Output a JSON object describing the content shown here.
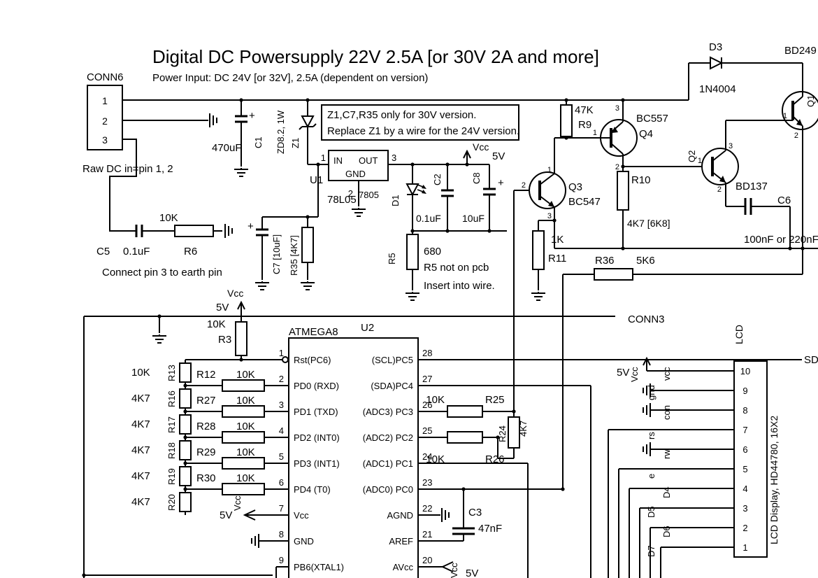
{
  "title": "Digital DC Powersupply 22V 2.5A [or 30V 2A and more]",
  "subtitle": "Power Input: DC 24V [or 32V], 2.5A (dependent on version)",
  "notes": {
    "version_line1": "Z1,C7,R35 only for 30V version.",
    "version_line2": "Replace Z1 by a wire for the 24V version.",
    "raw_dc": "Raw DC in=pin 1, 2",
    "earth_pin": "Connect pin 3 to earth pin",
    "r5_line1": "R5 not on pcb",
    "r5_line2": "Insert into wire."
  },
  "common": {
    "vcc": "Vcc",
    "v5": "5V",
    "plus": "+"
  },
  "conn6": {
    "label": "CONN6",
    "pins": [
      "1",
      "2",
      "3"
    ]
  },
  "components": {
    "c1": {
      "ref": "C1",
      "value": "470uF"
    },
    "z1": {
      "ref": "Z1",
      "value": "ZD8.2, 1W"
    },
    "u1": {
      "ref": "U1",
      "name": "78L05",
      "name2": "7805",
      "in": "IN",
      "out": "OUT",
      "gnd": "GND",
      "pin_in": "1",
      "pin_out": "3",
      "pin_gnd": "2"
    },
    "c5": {
      "ref": "C5",
      "value": "0.1uF"
    },
    "r6": {
      "ref": "R6",
      "value": "10K"
    },
    "c7": {
      "ref": "C7 [10uF]"
    },
    "r35": {
      "ref": "R35 [4K7]"
    },
    "d1": {
      "ref": "D1"
    },
    "c2": {
      "ref": "C2",
      "value": "0.1uF"
    },
    "c8": {
      "ref": "C8",
      "value": "10uF"
    },
    "r5": {
      "ref": "R5",
      "value": "680"
    },
    "r9": {
      "ref": "R9",
      "value": "47K"
    },
    "q4": {
      "ref": "Q4",
      "name": "BC557",
      "pin_top": "3",
      "pin_base": "1",
      "pin_bottom": "2"
    },
    "q3": {
      "ref": "Q3",
      "name": "BC547",
      "pin_top": "1",
      "pin_base": "2",
      "pin_bottom": "3"
    },
    "r10": {
      "ref": "R10",
      "value": "4K7 [6K8]"
    },
    "r11": {
      "ref": "R11",
      "value": "1K"
    },
    "r36": {
      "ref": "R36",
      "value": "5K6"
    },
    "d3": {
      "ref": "D3",
      "value": "1N4004"
    },
    "q1": {
      "ref": "Q1",
      "name": "BD249",
      "pin_base": "1",
      "pin_bottom": "2"
    },
    "q2": {
      "ref": "Q2",
      "name": "BD137",
      "pin_top": "3",
      "pin_base": "1",
      "pin_bottom": "2"
    },
    "c6": {
      "ref": "C6",
      "value": "100nF or 220nF"
    },
    "r3": {
      "ref": "R3",
      "value": "10K"
    },
    "c3": {
      "ref": "C3",
      "value": "47nF"
    },
    "r25": {
      "ref": "R25",
      "value": "10K"
    },
    "r24": {
      "ref": "R24",
      "value": "4K7"
    },
    "r26": {
      "ref": "R26",
      "value": "10K"
    }
  },
  "resistor_network": {
    "series": [
      {
        "ref": "R12",
        "value": "10K"
      },
      {
        "ref": "R27",
        "value": "10K"
      },
      {
        "ref": "R28",
        "value": "10K"
      },
      {
        "ref": "R29",
        "value": "10K"
      },
      {
        "ref": "R30",
        "value": "10K"
      }
    ],
    "pull": [
      {
        "ref": "R13",
        "value": "10K"
      },
      {
        "ref": "R16",
        "value": "4K7"
      },
      {
        "ref": "R17",
        "value": "4K7"
      },
      {
        "ref": "R18",
        "value": "4K7"
      },
      {
        "ref": "R19",
        "value": "4K7"
      },
      {
        "ref": "R20",
        "value": "4K7"
      }
    ]
  },
  "u2": {
    "ref": "U2",
    "name": "ATMEGA8",
    "left_pins": [
      {
        "num": "1",
        "label": "Rst(PC6)"
      },
      {
        "num": "2",
        "label": "PD0 (RXD)"
      },
      {
        "num": "3",
        "label": "PD1 (TXD)"
      },
      {
        "num": "4",
        "label": "PD2 (INT0)"
      },
      {
        "num": "5",
        "label": "PD3 (INT1)"
      },
      {
        "num": "6",
        "label": "PD4 (T0)"
      },
      {
        "num": "7",
        "label": "Vcc"
      },
      {
        "num": "8",
        "label": "GND"
      },
      {
        "num": "9",
        "label": "PB6(XTAL1)"
      }
    ],
    "right_pins": [
      {
        "num": "28",
        "label": "(SCL)PC5"
      },
      {
        "num": "27",
        "label": "(SDA)PC4"
      },
      {
        "num": "26",
        "label": "(ADC3) PC3"
      },
      {
        "num": "25",
        "label": "(ADC2) PC2"
      },
      {
        "num": "24",
        "label": "(ADC1) PC1"
      },
      {
        "num": "23",
        "label": "(ADC0) PC0"
      },
      {
        "num": "22",
        "label": "AGND"
      },
      {
        "num": "21",
        "label": "AREF"
      },
      {
        "num": "20",
        "label": "AVcc"
      }
    ]
  },
  "lcd": {
    "conn_label": "CONN3",
    "label": "LCD",
    "name": "LCD Display, HD44780, 16X2",
    "pins": [
      "10",
      "9",
      "8",
      "7",
      "6",
      "5",
      "4",
      "3",
      "2",
      "1"
    ],
    "signals": [
      "vcc",
      "gnd",
      "con",
      "rs",
      "rw",
      "e",
      "D4",
      "D5",
      "D6",
      "D7"
    ]
  },
  "sda_label": "SD"
}
